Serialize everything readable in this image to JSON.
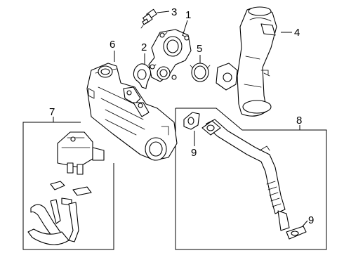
{
  "callouts": {
    "c1": "1",
    "c2": "2",
    "c3": "3",
    "c4": "4",
    "c5": "5",
    "c6": "6",
    "c7": "7",
    "c8": "8",
    "c9a": "9",
    "c9b": "9"
  },
  "colors": {
    "line": "#000000",
    "background": "#ffffff"
  }
}
